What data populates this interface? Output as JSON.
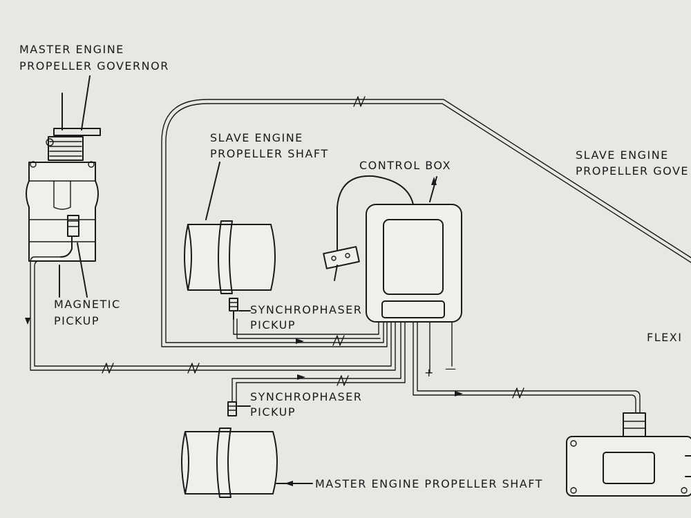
{
  "labels": {
    "master_governor_line1": "MASTER ENGINE",
    "master_governor_line2": "PROPELLER GOVERNOR",
    "slave_shaft_line1": "SLAVE ENGINE",
    "slave_shaft_line2": "PROPELLER SHAFT",
    "control_box": "CONTROL BOX",
    "slave_governor_line1": "SLAVE ENGINE",
    "slave_governor_line2": "PROPELLER GOVE",
    "magnetic_pickup_line1": "MAGNETIC",
    "magnetic_pickup_line2": "PICKUP",
    "synchrophaser_upper_line1": "SYNCHROPHASER",
    "synchrophaser_upper_line2": "PICKUP",
    "synchrophaser_lower_line1": "SYNCHROPHASER",
    "synchrophaser_lower_line2": "PICKUP",
    "flexible": "FLEXI",
    "master_shaft": "MASTER ENGINE PROPELLER SHAFT",
    "plus": "+",
    "minus": "—"
  }
}
